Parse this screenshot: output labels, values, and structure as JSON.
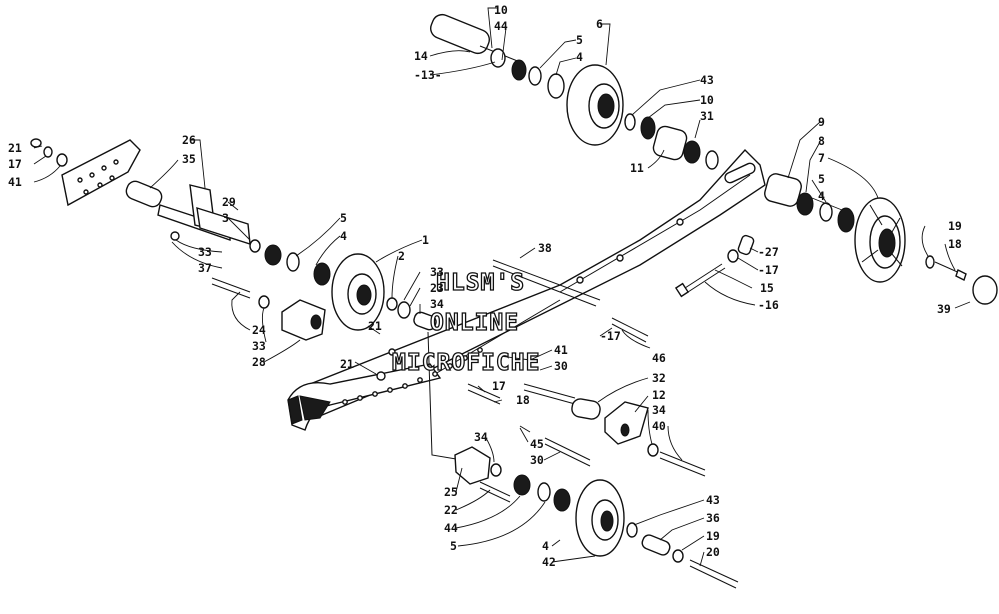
{
  "watermark": {
    "line1": "HLSM'S",
    "line2": "ONLINE",
    "line3": "MICROFICHE"
  },
  "callouts": {
    "c10a": "10",
    "c44a": "44",
    "c6": "6",
    "c5a": "5",
    "c4a": "4",
    "c14": "14",
    "c13": "-13-",
    "c43a": "43",
    "c10b": "10",
    "c31": "31",
    "c11": "11",
    "c9": "9",
    "c8": "8",
    "c7": "7",
    "c5b": "5",
    "c4b": "4",
    "c19a": "19",
    "c18": "18",
    "c39": "39",
    "c27": "-27",
    "c17a": "-17",
    "c15": "15",
    "c16": "-16",
    "c21a": "21",
    "c17b": "17",
    "c41a": "41",
    "c26": "26",
    "c35": "35",
    "c29": "29",
    "c3": "3",
    "c33a": "33",
    "c37": "37",
    "c5c": "5",
    "c4c": "4",
    "c1": "1",
    "c2": "2",
    "c33b": "33",
    "c23": "23",
    "c34a": "34",
    "c38": "38",
    "c24": "24",
    "c33c": "33",
    "c28": "28",
    "c21b": "21",
    "c21c": "21",
    "c17c": "-17",
    "c46": "46",
    "c41b": "41",
    "c30a": "30",
    "c17d": "17",
    "c18b": "18",
    "c32": "32",
    "c12": "12",
    "c34b": "34",
    "c40": "40",
    "c45": "45",
    "c30b": "30",
    "c34c": "34",
    "c25": "25",
    "c22": "22",
    "c44b": "44",
    "c5d": "5",
    "c4d": "4",
    "c42": "42",
    "c43b": "43",
    "c36": "36",
    "c19b": "19",
    "c20": "20"
  }
}
